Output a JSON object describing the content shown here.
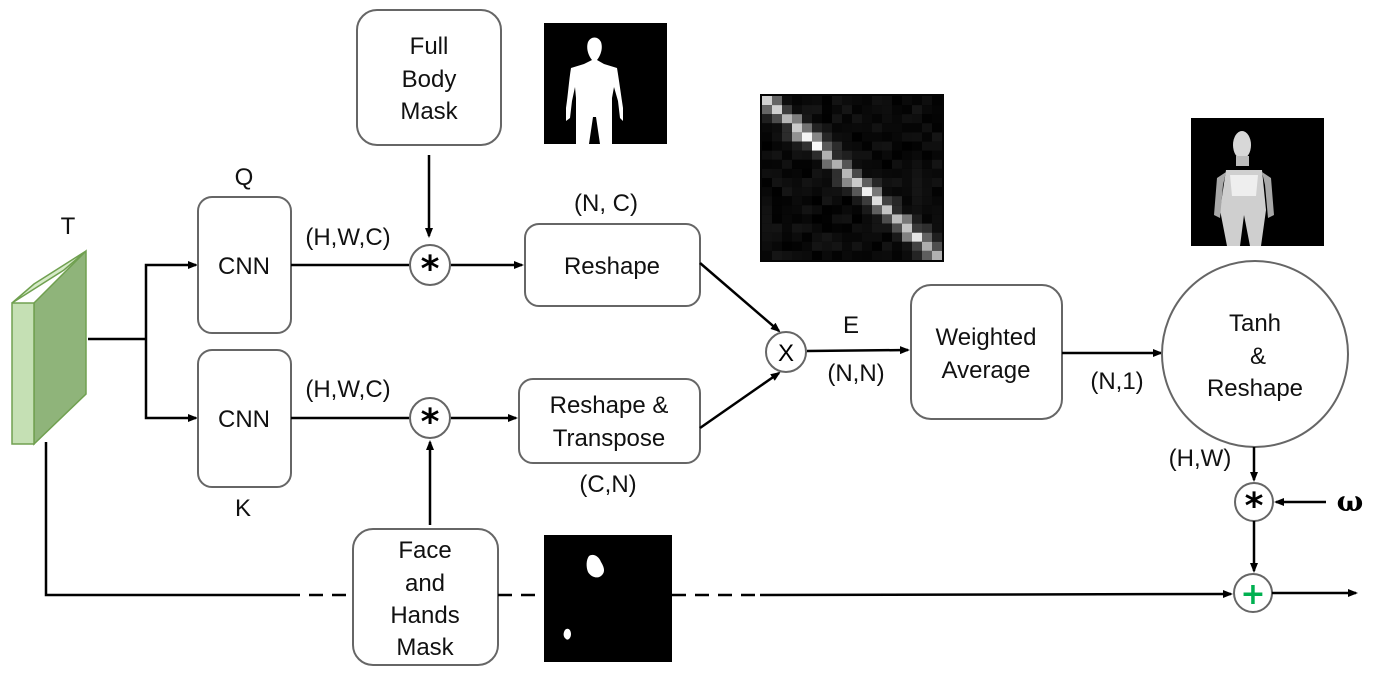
{
  "input": {
    "label": "T"
  },
  "branches": {
    "query": {
      "name": "Q",
      "block": "CNN",
      "output_shape": "(H,W,C)"
    },
    "key": {
      "name": "K",
      "block": "CNN",
      "output_shape": "(H,W,C)"
    }
  },
  "masks": {
    "full_body": {
      "lines": [
        "Full",
        "Body",
        "Mask"
      ]
    },
    "face_hands": {
      "lines": [
        "Face",
        "and",
        "Hands",
        "Mask"
      ]
    }
  },
  "operators": {
    "multiply": "*",
    "matmul": "X",
    "add": "+"
  },
  "reshape": {
    "label": "Reshape",
    "shape": "(N, C)"
  },
  "reshape_transpose": {
    "lines": [
      "Reshape &",
      "Transpose"
    ],
    "shape": "(C,N)"
  },
  "energy": {
    "label": "E",
    "shape": "(N,N)"
  },
  "weighted_average": {
    "lines": [
      "Weighted",
      "Average"
    ],
    "output_shape": "(N,1)"
  },
  "tanh_reshape": {
    "lines": [
      "Tanh",
      "&",
      "Reshape"
    ],
    "output_shape": "(H,W)"
  },
  "omega": "ω",
  "colors": {
    "tensor_front": "#c5e0b4",
    "tensor_side": "#8fb47a",
    "tensor_stroke": "#70a050",
    "add_symbol": "#00b050",
    "box_stroke": "#666666"
  }
}
